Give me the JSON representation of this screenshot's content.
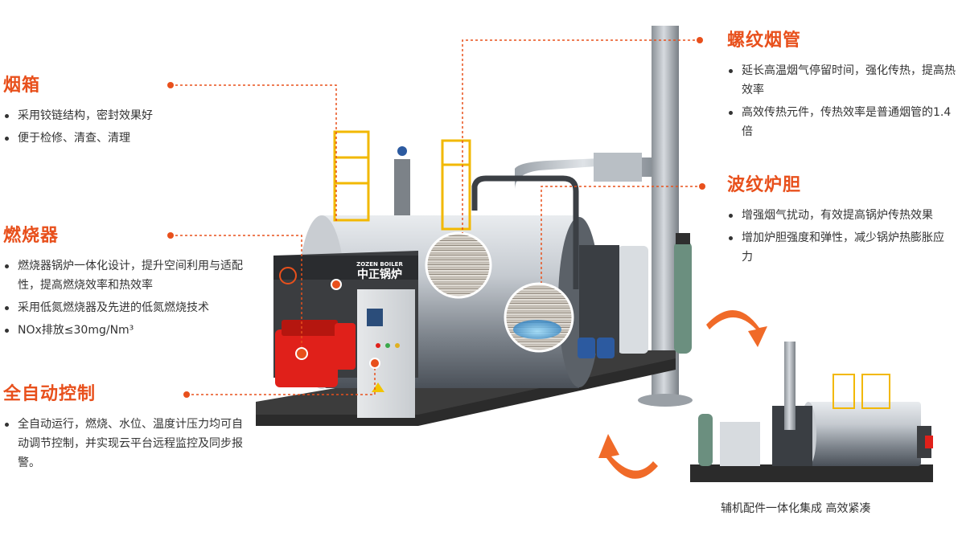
{
  "sections": {
    "smokebox": {
      "title": "烟箱",
      "items": [
        "采用铰链结构，密封效果好",
        "便于检修、清查、清理"
      ]
    },
    "burner": {
      "title": "燃烧器",
      "items": [
        "燃烧器锅炉一体化设计，提升空间利用与适配性，提高燃烧效率和热效率",
        "采用低氮燃烧器及先进的低氮燃烧技术",
        "NOx排放≤30mg/Nm³"
      ]
    },
    "auto_control": {
      "title": "全自动控制",
      "items": [
        "全自动运行，燃烧、水位、温度计压力均可自动调节控制，并实现云平台远程监控及同步报警。"
      ]
    },
    "threaded_tube": {
      "title": "螺纹烟管",
      "items": [
        "延长高温烟气停留时间，强化传热，提高热效率",
        "高效传热元件，传热效率是普通烟管的1.4倍"
      ]
    },
    "corrugated_furnace": {
      "title": "波纹炉胆",
      "items": [
        "增强烟气扰动，有效提高锅炉传热效果",
        "增加炉胆强度和弹性，减少锅炉热膨胀应力"
      ]
    }
  },
  "boiler_brand": "中正锅炉",
  "boiler_brand_small": "ZOZEN BOILER",
  "caption": "辅机配件一体化集成 高效紧凑",
  "colors": {
    "accent": "#e8501c",
    "steel": "#9aa0a6",
    "base": "#2b2b2b",
    "burner_red": "#e0201a"
  }
}
